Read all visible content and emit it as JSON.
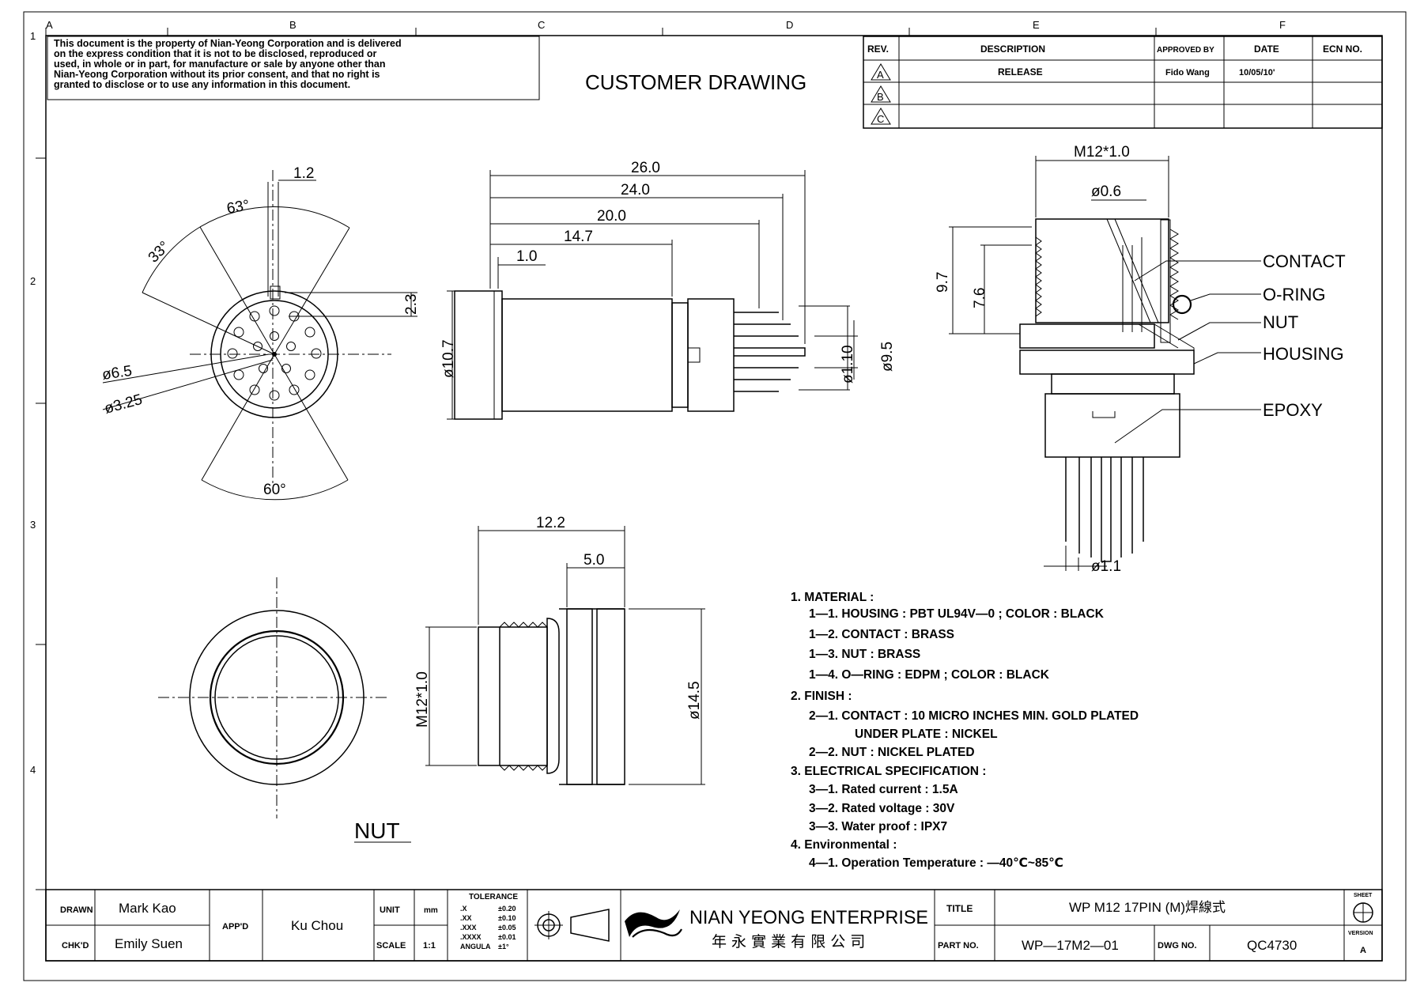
{
  "notice": {
    "lines": [
      "This document is the property of Nian-Yeong Corporation and is delivered",
      "on  the  express condition that it is not to be disclosed, reproduced or",
      "used, in whole or in part, for manufacture or sale by anyone other than",
      "Nian-Yeong Corporation without  its prior consent, and that  no right  is",
      "granted  to disclose  or  to use  any information  in  this  document."
    ]
  },
  "drawing_title": "CUSTOMER  DRAWING",
  "frame": {
    "columns": [
      "A",
      "B",
      "C",
      "D",
      "E",
      "F"
    ],
    "rows": [
      "1",
      "2",
      "3",
      "4"
    ]
  },
  "revision_table": {
    "headers": [
      "REV.",
      "DESCRIPTION",
      "APPROVED BY",
      "DATE",
      "ECN NO."
    ],
    "rows": [
      {
        "rev": "A",
        "description": "RELEASE",
        "approved_by": "Fido Wang",
        "date": "10/05/10'",
        "ecn": ""
      },
      {
        "rev": "B",
        "description": "",
        "approved_by": "",
        "date": "",
        "ecn": ""
      },
      {
        "rev": "C",
        "description": "",
        "approved_by": "",
        "date": "",
        "ecn": ""
      }
    ]
  },
  "dims_front": {
    "w1": "1.2",
    "a63": "63°",
    "a33": "33°",
    "h23": "2.3",
    "d65": "ø6.5",
    "d325": "ø3.25",
    "a60": "60°"
  },
  "dims_side": {
    "d260": "26.0",
    "d240": "24.0",
    "d200": "20.0",
    "d147": "14.7",
    "d10": "1.0",
    "d107": "ø10.7",
    "d110": "ø1.10",
    "d95": "ø9.5"
  },
  "dims_section": {
    "thread": "M12*1.0",
    "d06": "ø0.6",
    "h97": "9.7",
    "h76": "7.6",
    "d11": "ø1.1"
  },
  "part_labels": {
    "contact": "CONTACT",
    "oring": "O-RING",
    "nut": "NUT",
    "housing": "HOUSING",
    "epoxy": "EPOXY"
  },
  "nut_view": {
    "label": "NUT",
    "w122": "12.2",
    "w50": "5.0",
    "thread": "M12*1.0",
    "d145": "ø14.5"
  },
  "specs": [
    "1.  MATERIAL  :",
    "1—1.  HOUSING  :  PBT  UL94V—0  ;  COLOR  :  BLACK",
    "1—2.  CONTACT  :  BRASS",
    "1—3.  NUT  :  BRASS",
    "1—4.  O—RING  :  EDPM  ;  COLOR  :  BLACK",
    "2.  FINISH  :",
    "2—1.  CONTACT  :  10  MICRO  INCHES  MIN.  GOLD  PLATED",
    "UNDER  PLATE  :  NICKEL",
    "2—2.  NUT  :  NICKEL  PLATED",
    "3.  ELECTRICAL  SPECIFICATION  :",
    "3—1.  Rated  current  :  1.5A",
    "3—2.  Rated  voltage  :  30V",
    "3—3.  Water  proof  :  IPX7",
    "4.  Environmental  :",
    "4—1.  Operation  Temperature  :  —40℃~85℃"
  ],
  "title_block": {
    "drawn_label": "DRAWN",
    "drawn_by": "Mark Kao",
    "chkd_label": "CHK'D",
    "checked_by": "Emily Suen",
    "appd_label": "APP'D",
    "approved_by": "Ku Chou",
    "unit_label": "UNIT",
    "unit": "mm",
    "scale_label": "SCALE",
    "scale": "1:1",
    "tolerance": {
      "header": "TOLERANCE",
      "rows": [
        {
          "k": ".X",
          "v": "±0.20"
        },
        {
          "k": ".XX",
          "v": "±0.10"
        },
        {
          "k": ".XXX",
          "v": "±0.05"
        },
        {
          "k": ".XXXX",
          "v": "±0.01"
        },
        {
          "k": "ANGULA",
          "v": "±1°"
        }
      ]
    },
    "company_en": "NIAN YEONG ENTERPRISE",
    "company_cn": "年 永 實 業 有 限 公 司",
    "title_label": "TITLE",
    "title": "WP  M12  17PIN  (M)焊線式",
    "part_no_label": "PART NO.",
    "part_no": "WP—17M2—01",
    "dwg_no_label": "DWG NO.",
    "dwg_no": "QC4730",
    "sheet_label": "SHEET",
    "version_label": "VERSION",
    "version": "A"
  }
}
